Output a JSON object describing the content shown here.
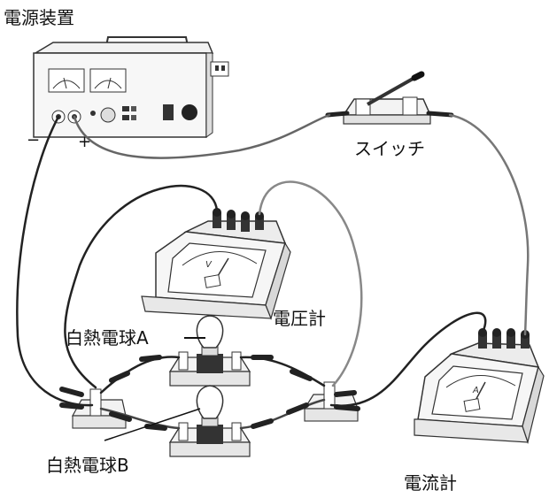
{
  "labels": {
    "power_supply": "電源装置",
    "switch": "スイッチ",
    "voltmeter": "電圧計",
    "ammeter": "電流計",
    "bulb_a": "白熱電球A",
    "bulb_b": "白熱電球B",
    "minus": "−",
    "plus": "+",
    "voltmeter_face": "V",
    "ammeter_face": "A"
  }
}
